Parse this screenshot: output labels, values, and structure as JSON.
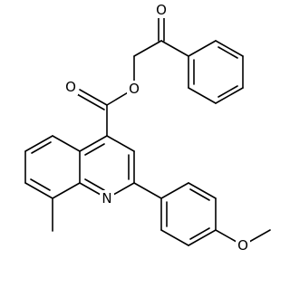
{
  "molecule": {
    "atom_labels": {
      "ketone_oxygen": "O",
      "ester_oxygen": "O",
      "carbonyl_oxygen": "O",
      "ring_nitrogen": "N",
      "methoxy_oxygen": "O"
    },
    "colors": {
      "bond": "#000000",
      "text": "#000000",
      "background": "#ffffff"
    }
  }
}
